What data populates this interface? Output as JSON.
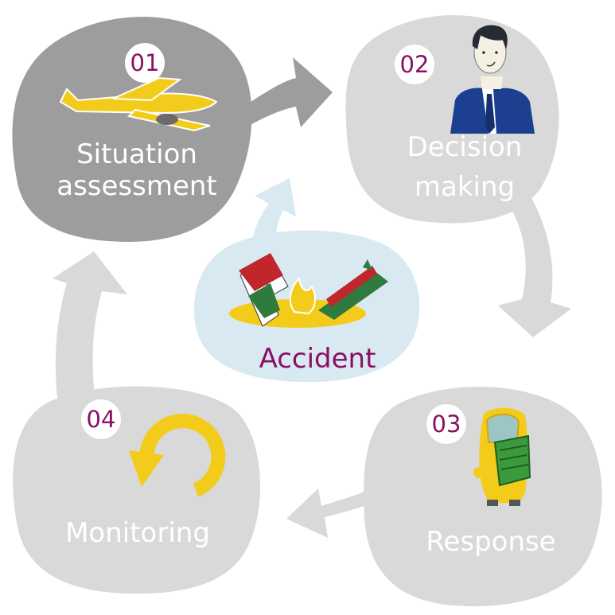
{
  "colors": {
    "background": "#ffffff",
    "step_active": "#9d9d9d",
    "step_inactive": "#d9d9d9",
    "arrow": "#d9d9d9",
    "arrow_active": "#9d9d9d",
    "accent_number": "#8b0f63",
    "accident_bubble": "#d9e9f2",
    "icon_yellow": "#f3cc1b",
    "label_on_grey": "#ffffff"
  },
  "steps": [
    {
      "number": "01",
      "label_lines": [
        "Situation",
        "assessment"
      ],
      "icon": "airplane-icon",
      "state": "active"
    },
    {
      "number": "02",
      "label_lines": [
        "Decision",
        "making"
      ],
      "icon": "businessman-icon",
      "state": "inactive"
    },
    {
      "number": "03",
      "label_lines": [
        "Response"
      ],
      "icon": "hazmat-suit-worker-icon",
      "state": "inactive"
    },
    {
      "number": "04",
      "label_lines": [
        "Monitoring"
      ],
      "icon": "refresh-cycle-icon",
      "state": "inactive"
    }
  ],
  "center": {
    "label": "Accident",
    "icon": "sinking-ship-oil-fire-icon"
  }
}
